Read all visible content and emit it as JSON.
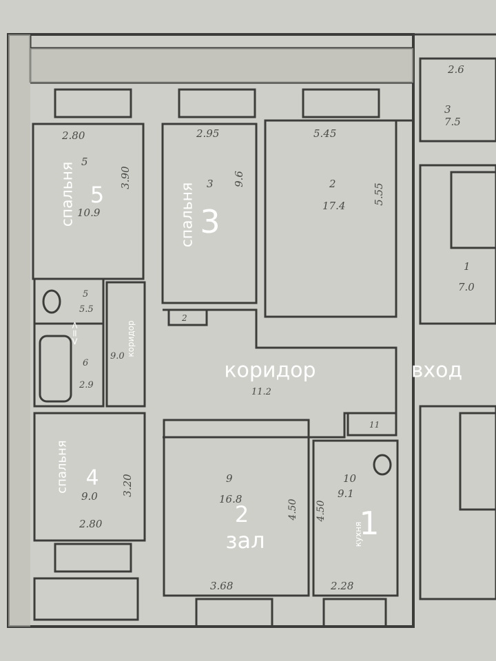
{
  "labels": {
    "bedroom5": {
      "word": "спальня",
      "num": "5"
    },
    "bedroom3": {
      "word": "спальня",
      "num": "3"
    },
    "bedroom4": {
      "word": "спальня",
      "num": "4"
    },
    "corridor_main": "коридор",
    "corridor_small": "коридор",
    "entrance": "вход",
    "living": {
      "num": "2",
      "word": "зал"
    },
    "kitchen": {
      "word": "кухня",
      "num": "1"
    },
    "arrows": "<=>"
  },
  "handwritten": {
    "w5": "2.80",
    "r5": "5",
    "a5": "10.9",
    "h5": "3.90",
    "w3": "2.95",
    "r3": "3",
    "a3": "9.6",
    "w2top": "5.45",
    "r2top": "2",
    "a2top": "17.4",
    "h2top": "5.55",
    "r1": "1",
    "a1": "7.0",
    "rtop": "3",
    "atop": "7.5",
    "wtop": "2.6",
    "bath5": "5",
    "bath55": "5.5",
    "b6": "6",
    "b29": "2.9",
    "c90": "9.0",
    "cor": "11.2",
    "r11": "11",
    "r4": "9.0",
    "h4": "3.20",
    "w4": "2.80",
    "r9": "9",
    "a9": "16.8",
    "h9": "4.50",
    "w9": "3.68",
    "r10": "10",
    "a10": "9.1",
    "h10": "4.50",
    "w10": "2.28",
    "r2s": "2"
  },
  "colors": {
    "paper": "#cfcfc9",
    "line": "#3c3c3a",
    "wall": "#bdbdb6",
    "text": "#ffffff"
  }
}
